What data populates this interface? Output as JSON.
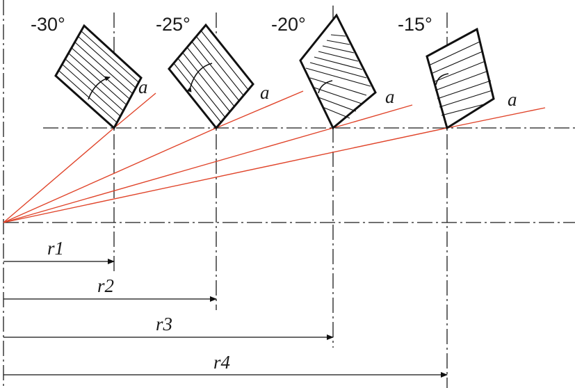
{
  "diagram": {
    "angle_labels": [
      "-30°",
      "-25°",
      "-20°",
      "-15°"
    ],
    "edge_label": "a",
    "radius_labels": [
      "r1",
      "r2",
      "r3",
      "r4"
    ],
    "colors": {
      "lines": "#1a1a1a",
      "rays": "#e0442a"
    }
  }
}
